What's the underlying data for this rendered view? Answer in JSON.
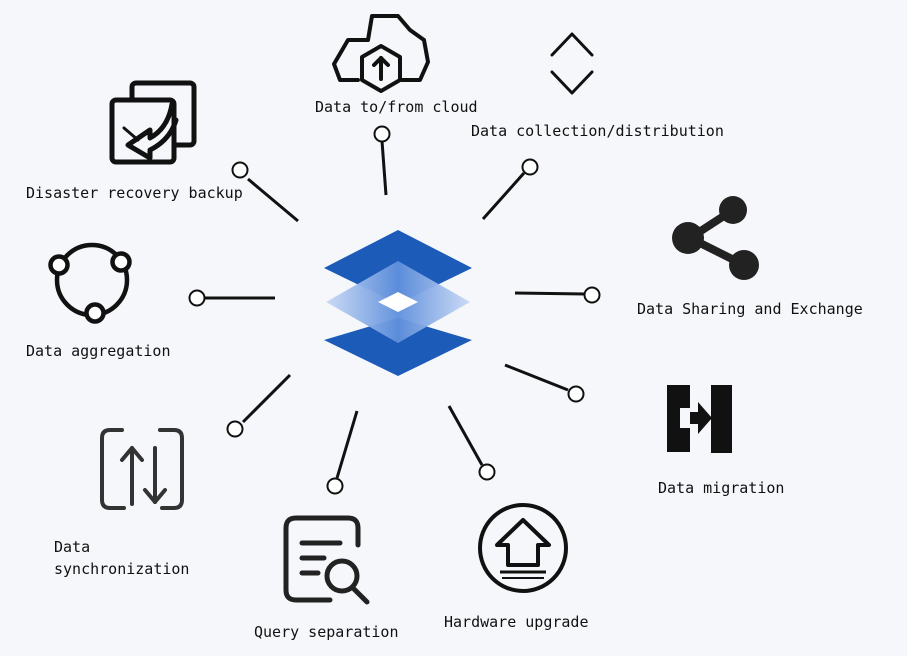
{
  "nodes": {
    "cloud": {
      "label": "Data to/from cloud",
      "icon": "cloud-upload-icon"
    },
    "collection": {
      "label": "Data collection/distribution",
      "icon": "chevron-up-down-icon"
    },
    "sharing": {
      "label": "Data Sharing and Exchange",
      "icon": "share-icon"
    },
    "migration": {
      "label": "Data migration",
      "icon": "migration-icon"
    },
    "hardware": {
      "label": "Hardware upgrade",
      "icon": "upgrade-arrow-icon"
    },
    "query": {
      "label": "Query separation",
      "icon": "document-search-icon"
    },
    "sync": {
      "label": "Data synchronization",
      "icon": "sync-arrows-icon"
    },
    "aggregation": {
      "label": "Data aggregation",
      "icon": "aggregation-nodes-icon"
    },
    "backup": {
      "label": "Disaster recovery backup",
      "icon": "recovery-backup-icon"
    }
  },
  "center": {
    "icon": "layers-stack-icon"
  },
  "colors": {
    "icon": "#111111",
    "line": "#111111",
    "layer_dark": "#1d5bb8",
    "layer_light": "#8fb0e8",
    "background": "#f5f7fa"
  }
}
